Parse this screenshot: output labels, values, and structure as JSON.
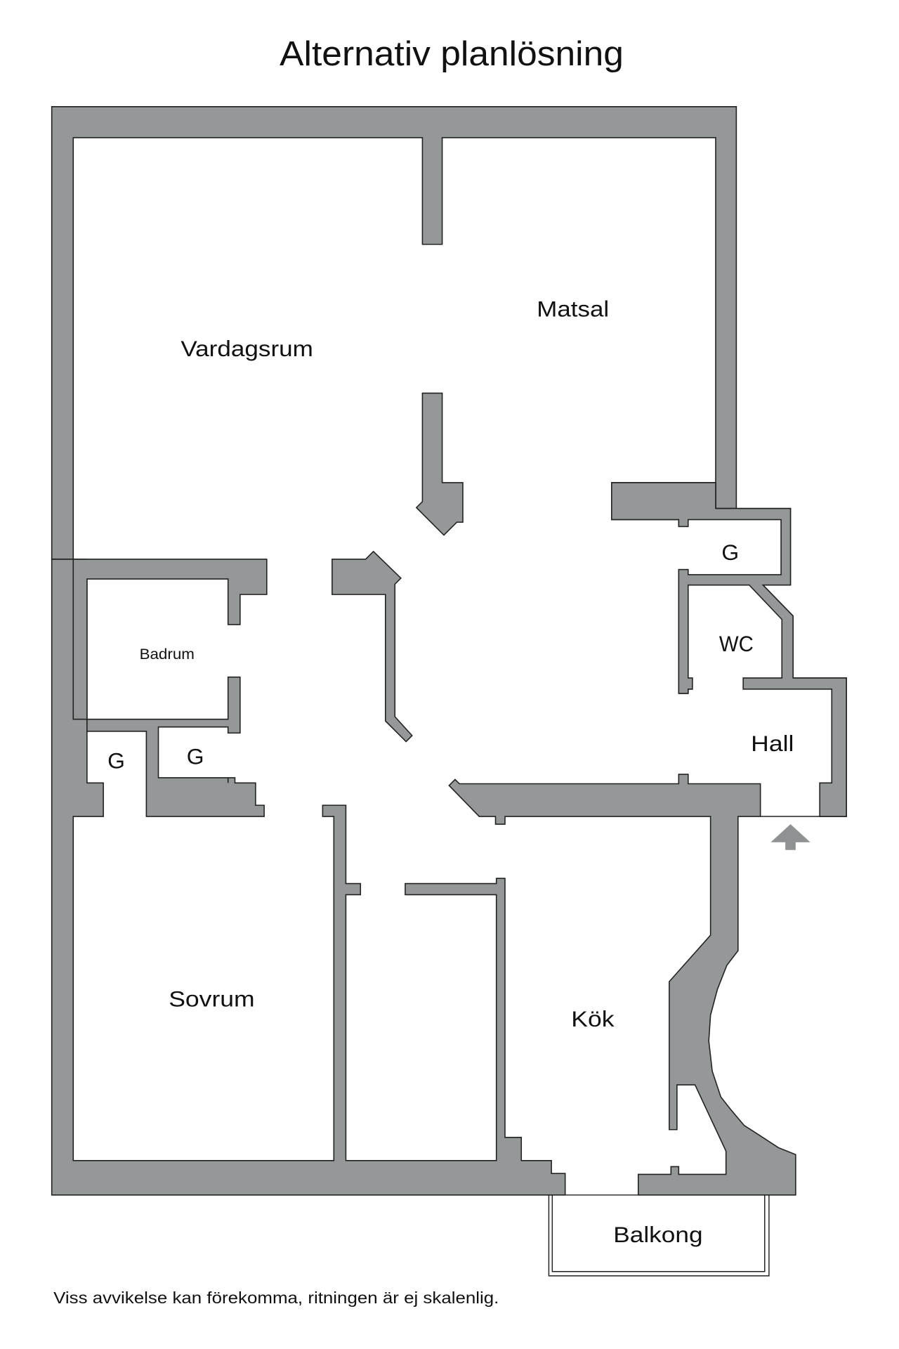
{
  "title": "Alternativ planlösning",
  "footnote": "Viss avvikelse kan förekomma, ritningen är ej skalenlig.",
  "colors": {
    "wall_fill": "#959898",
    "wall_stroke": "#222222",
    "background": "#ffffff",
    "entry_arrow": "#8e9292",
    "text": "#111111"
  },
  "rooms": {
    "vardagsrum": "Vardagsrum",
    "matsal": "Matsal",
    "badrum": "Badrum",
    "g_hall_closet": "G",
    "wc": "WC",
    "hall": "Hall",
    "g_left_closet": "G",
    "g_middle_closet": "G",
    "sovrum": "Sovrum",
    "kok": "Kök",
    "balkong": "Balkong"
  },
  "entry": {
    "icon": "entry-arrow-icon"
  }
}
